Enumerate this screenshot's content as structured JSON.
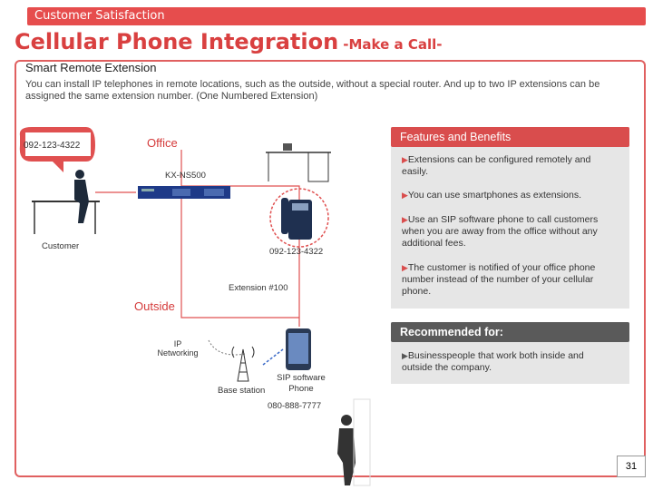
{
  "header": {
    "section": "Customer Satisfaction",
    "title": "Cellular Phone Integration",
    "subtitle": "-Make a Call-"
  },
  "heading": "Smart Remote Extension",
  "intro": "You can install IP telephones in remote locations, such as the outside, without a special router. And up to two IP extensions can be assigned the same extension number. (One Numbered Extension)",
  "diagram": {
    "customer_number": "092-123-4322",
    "office_label": "Office",
    "pbx_label": "KX-NS500",
    "customer_label": "Customer",
    "office_phone_number": "092-123-4322",
    "extension_label": "Extension #100",
    "outside_label": "Outside",
    "ip_networking_label": "IP Networking",
    "base_station_label": "Base station",
    "sip_label": "SIP software Phone",
    "mobile_number": "080-888-7777"
  },
  "features": {
    "title": "Features and Benefits",
    "items": [
      "Extensions can be configured remotely and easily.",
      "You can use smartphones as extensions.",
      "Use an SIP software phone to call customers when you are away from the office without any additional fees.",
      "The customer is notified of your office phone number instead of the number of your cellular phone."
    ]
  },
  "recommended": {
    "title": "Recommended for:",
    "items": [
      "Businesspeople that work both inside and outside the company."
    ]
  },
  "page_number": "31",
  "colors": {
    "accent": "#d94d4d",
    "panel": "#e6e6e6"
  }
}
